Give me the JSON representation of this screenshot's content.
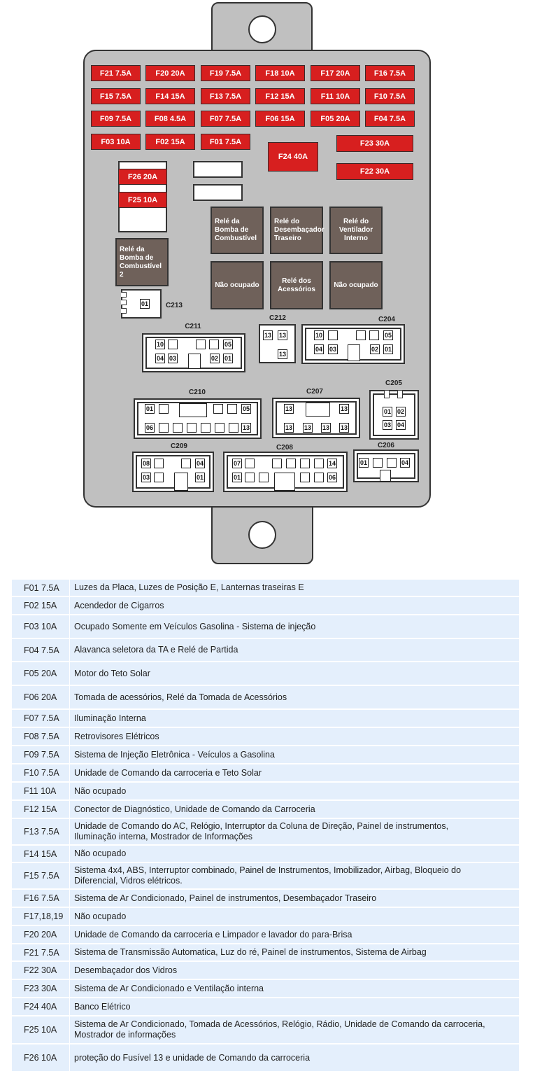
{
  "diagram": {
    "fuses": [
      "F21 7.5A",
      "F20 20A",
      "F19 7.5A",
      "F18 10A",
      "F17 20A",
      "F16 7.5A",
      "F15 7.5A",
      "F14 15A",
      "F13 7.5A",
      "F12 15A",
      "F11 10A",
      "F10 7.5A",
      "F09 7.5A",
      "F08 4.5A",
      "F07 7.5A",
      "F06 15A",
      "F05 20A",
      "F04 7.5A",
      "F03 10A",
      "F02 15A",
      "F01 7.5A",
      "F24 40A",
      "F23 30A",
      "F22 30A",
      "F26 20A",
      "F25 10A"
    ],
    "relays": [
      "Relé da Bomba de Combustível",
      "Relé do Desembaçador Traseiro",
      "Relé do Ventilador Interno",
      "Não ocupado",
      "Relé dos Acessórios",
      "Não ocupado",
      "Relé da Bomba de Combustível 2"
    ],
    "connectors": [
      {
        "label": "C213",
        "pins": [
          "01"
        ]
      },
      {
        "label": "C211",
        "pins": [
          "10",
          "",
          "",
          "",
          "05",
          "04",
          "03",
          "02",
          "01",
          ""
        ]
      },
      {
        "label": "C212",
        "pins": [
          "13",
          "13",
          "13"
        ]
      },
      {
        "label": "C204",
        "pins": [
          "10",
          "",
          "",
          "",
          "05",
          "04",
          "03",
          "02",
          "01",
          ""
        ]
      },
      {
        "label": "C210",
        "pins": [
          "01",
          "",
          "",
          "",
          "",
          "05",
          "06",
          "",
          "",
          "",
          "",
          "",
          "",
          "13"
        ]
      },
      {
        "label": "C207",
        "pins": [
          "13",
          "",
          "13",
          "13",
          "13",
          "13",
          "13"
        ]
      },
      {
        "label": "C205",
        "pins": [
          "01",
          "02",
          "03",
          "04"
        ]
      },
      {
        "label": "C209",
        "pins": [
          "08",
          "",
          "",
          "04",
          "03",
          "",
          "01",
          ""
        ]
      },
      {
        "label": "C208",
        "pins": [
          "07",
          "",
          "",
          "",
          "",
          "",
          "14",
          "01",
          "",
          "",
          "",
          "",
          "",
          "06"
        ]
      },
      {
        "label": "C206",
        "pins": [
          "01",
          "",
          "",
          "04",
          ""
        ]
      }
    ]
  },
  "table": [
    {
      "fuse": "F01 7.5A",
      "desc": "Luzes da Placa, Luzes de Posição E, Lanternas traseiras E"
    },
    {
      "fuse": "F02 15A",
      "desc": "Acendedor de Cigarros"
    },
    {
      "fuse": "F03 10A",
      "desc": "Ocupado Somente em Veículos Gasolina - Sistema de injeção"
    },
    {
      "fuse": "F04 7.5A",
      "desc": "Alavanca seletora da TA e Relé de Partida"
    },
    {
      "fuse": "F05 20A",
      "desc": "Motor do Teto Solar"
    },
    {
      "fuse": "F06 20A",
      "desc": "Tomada de acessórios, Relé da Tomada de Acessórios"
    },
    {
      "fuse": "F07 7.5A",
      "desc": "Iluminação Interna"
    },
    {
      "fuse": "F08 7.5A",
      "desc": "Retrovisores Elétricos"
    },
    {
      "fuse": "F09 7.5A",
      "desc": "Sistema de Injeção Eletrônica - Veículos a Gasolina"
    },
    {
      "fuse": "F10 7.5A",
      "desc": "Unidade de Comando da carroceria e Teto Solar"
    },
    {
      "fuse": "F11 10A",
      "desc": "Não ocupado"
    },
    {
      "fuse": "F12 15A",
      "desc": "Conector de Diagnóstico, Unidade de Comando da Carroceria"
    },
    {
      "fuse": "F13 7.5A",
      "desc": "Unidade de Comando do AC, Relógio, Interruptor da Coluna de Direção, Painel de instrumentos, Iluminação interna, Mostrador de Informações"
    },
    {
      "fuse": "F14 15A",
      "desc": "Não ocupado"
    },
    {
      "fuse": "F15 7.5A",
      "desc": "Sistema 4x4, ABS, Interruptor combinado, Painel de Instrumentos, Imobilizador, Airbag, Bloqueio do Diferencial, Vidros elétricos."
    },
    {
      "fuse": "F16 7.5A",
      "desc": "Sistema de Ar Condicionado, Painel de instrumentos, Desembaçador Traseiro"
    },
    {
      "fuse": "F17,18,19",
      "desc": "Não ocupado"
    },
    {
      "fuse": "F20 20A",
      "desc": "Unidade de Comando da carroceria e Limpador e lavador do para-Brisa"
    },
    {
      "fuse": "F21 7.5A",
      "desc": "Sistema de Transmissão Automatica, Luz do ré, Painel de instrumentos, Sistema de Airbag"
    },
    {
      "fuse": "F22 30A",
      "desc": "Desembaçador dos Vidros"
    },
    {
      "fuse": "F23 30A",
      "desc": "Sistema de Ar Condicionado e Ventilação interna"
    },
    {
      "fuse": "F24 40A",
      "desc": "Banco Elétrico"
    },
    {
      "fuse": "F25 10A",
      "desc": "Sistema de Ar Condicionado, Tomada de Acessórios, Relógio, Rádio, Unidade de Comando da carroceria, Mostrador de informações"
    },
    {
      "fuse": "F26 10A",
      "desc": "proteção do Fusível 13 e unidade de Comando da carroceria"
    }
  ]
}
